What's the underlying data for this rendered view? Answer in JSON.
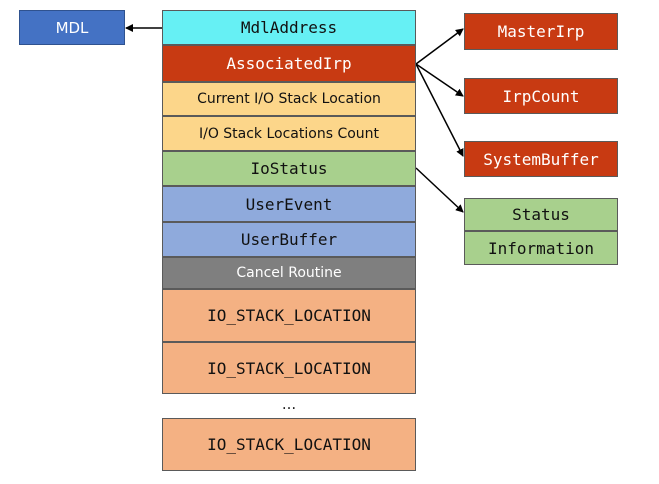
{
  "colors": {
    "cyan": "#66f0f4",
    "red": "#c83a12",
    "yellow": "#fcd68a",
    "green": "#a8d08d",
    "blue": "#8faadc",
    "gray": "#7f7f7f",
    "salmon": "#f4b183",
    "mdl_blue": "#4472c4"
  },
  "mdl": {
    "label": "MDL"
  },
  "irp": {
    "mdl_address": "MdlAddress",
    "associated_irp": "AssociatedIrp",
    "current_stack_location": "Current I/O Stack Location",
    "stack_locations_count": "I/O Stack Locations Count",
    "io_status": "IoStatus",
    "user_event": "UserEvent",
    "user_buffer": "UserBuffer",
    "cancel_routine": "Cancel Routine",
    "stack_location_1": "IO_STACK_LOCATION",
    "stack_location_2": "IO_STACK_LOCATION",
    "ellipsis": "...",
    "stack_location_last": "IO_STACK_LOCATION"
  },
  "associated_irp_union": {
    "master_irp": "MasterIrp",
    "irp_count": "IrpCount",
    "system_buffer": "SystemBuffer"
  },
  "io_status_block": {
    "status": "Status",
    "information": "Information"
  }
}
